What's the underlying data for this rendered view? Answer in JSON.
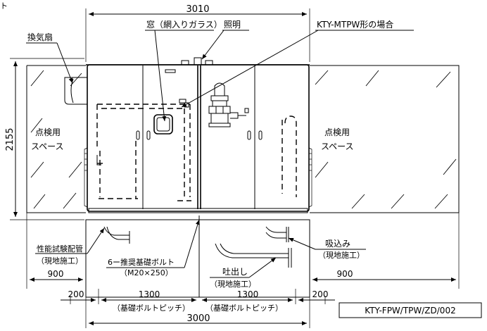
{
  "dimensions": {
    "top_width": "3010",
    "height": "2155",
    "bottom_width": "3000",
    "left_space": "900",
    "right_space": "900",
    "left_edge": "200",
    "right_edge": "200",
    "pitch_left": "1300",
    "pitch_right": "1300",
    "pitch_left_note": "（基礎ボルトピッチ）",
    "pitch_right_note": "（基礎ボルトピッチ）"
  },
  "labels": {
    "fan": "換気扇",
    "window": "窓（網入りガラス）",
    "lighting": "照明",
    "mtpw_case": "KTY-MTPW形の場合",
    "inspection_left_1": "点検用",
    "inspection_left_2": "スペース",
    "inspection_right_1": "点検用",
    "inspection_right_2": "スペース",
    "test_pipe_1": "性能試験配管",
    "test_pipe_2": "（現地施工）",
    "foundation_bolt_1": "6ー推奨基礎ボルト",
    "foundation_bolt_2": "（M20×250）",
    "discharge_1": "吐出し",
    "discharge_2": "（現地施工）",
    "suction_1": "吸込み",
    "suction_2": "（現地施工）",
    "top_left_fragment": "ト"
  },
  "drawing_code": "KTY-FPW/TPW/ZD/002"
}
